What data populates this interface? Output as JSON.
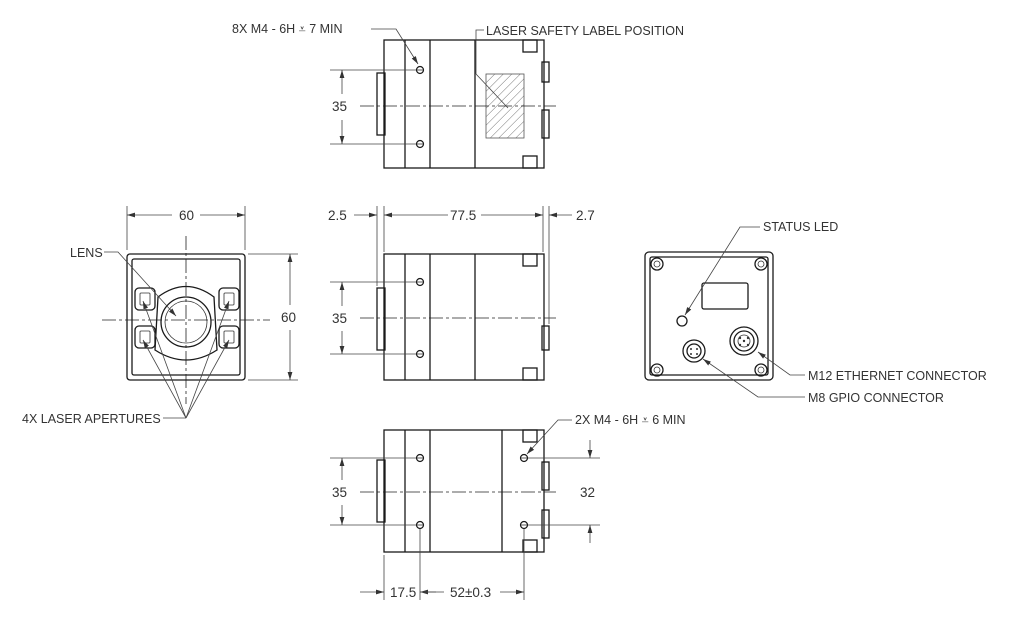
{
  "callouts": {
    "tapped_holes_8x": "8X M4 - 6H ⩡ 7 MIN",
    "laser_label": "LASER SAFETY LABEL POSITION",
    "status_led": "STATUS LED",
    "lens": "LENS",
    "laser_apertures": "4X LASER APERTURES",
    "ethernet": "M12 ETHERNET CONNECTOR",
    "gpio": "M8 GPIO CONNECTOR",
    "tapped_holes_2x": "2X M4 - 6H ⩡ 6 MIN"
  },
  "dimensions": {
    "top_height": "35",
    "front_width": "60",
    "front_height": "60",
    "side_front_offset": "2.5",
    "side_body_length": "77.5",
    "side_rear_offset": "2.7",
    "side_height": "35",
    "bottom_height": "35",
    "bottom_right_height": "32",
    "bottom_offset": "17.5",
    "bottom_spacing": "52±0.3"
  }
}
